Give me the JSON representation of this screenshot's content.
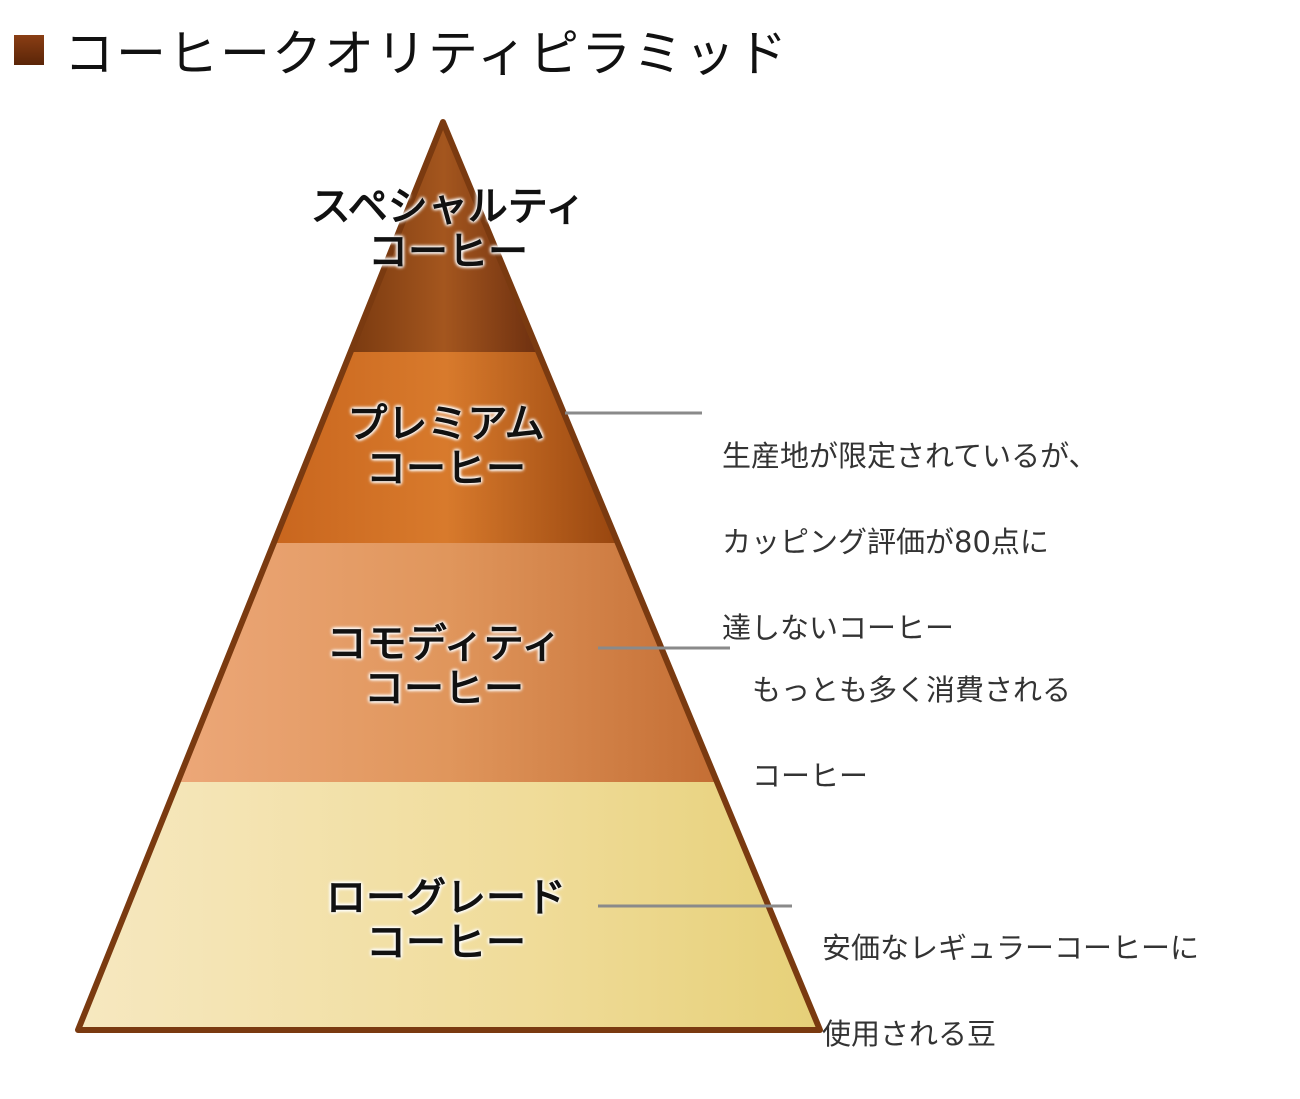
{
  "title": "コーヒークオリティピラミッド",
  "tiers": [
    {
      "name": "スペシャルティ\nコーヒー",
      "line1": "スペシャルティ",
      "line2": "コーヒー"
    },
    {
      "name": "プレミアム\nコーヒー",
      "line1": "プレミアム",
      "line2": "コーヒー",
      "description": [
        "生産地が限定されているが、",
        "カッピング評価が80点に",
        "達しないコーヒー"
      ]
    },
    {
      "name": "コモディティ\nコーヒー",
      "line1": "コモディティ",
      "line2": "コーヒー",
      "description": [
        "もっとも多く消費される",
        "コーヒー"
      ]
    },
    {
      "name": "ローグレード\nコーヒー",
      "line1": "ローグレード",
      "line2": "コーヒー",
      "description": [
        "安価なレギュラーコーヒーに",
        "使用される豆"
      ]
    }
  ],
  "colors": {
    "outline": "#7a3a10",
    "accent": "#6e2e0c"
  }
}
